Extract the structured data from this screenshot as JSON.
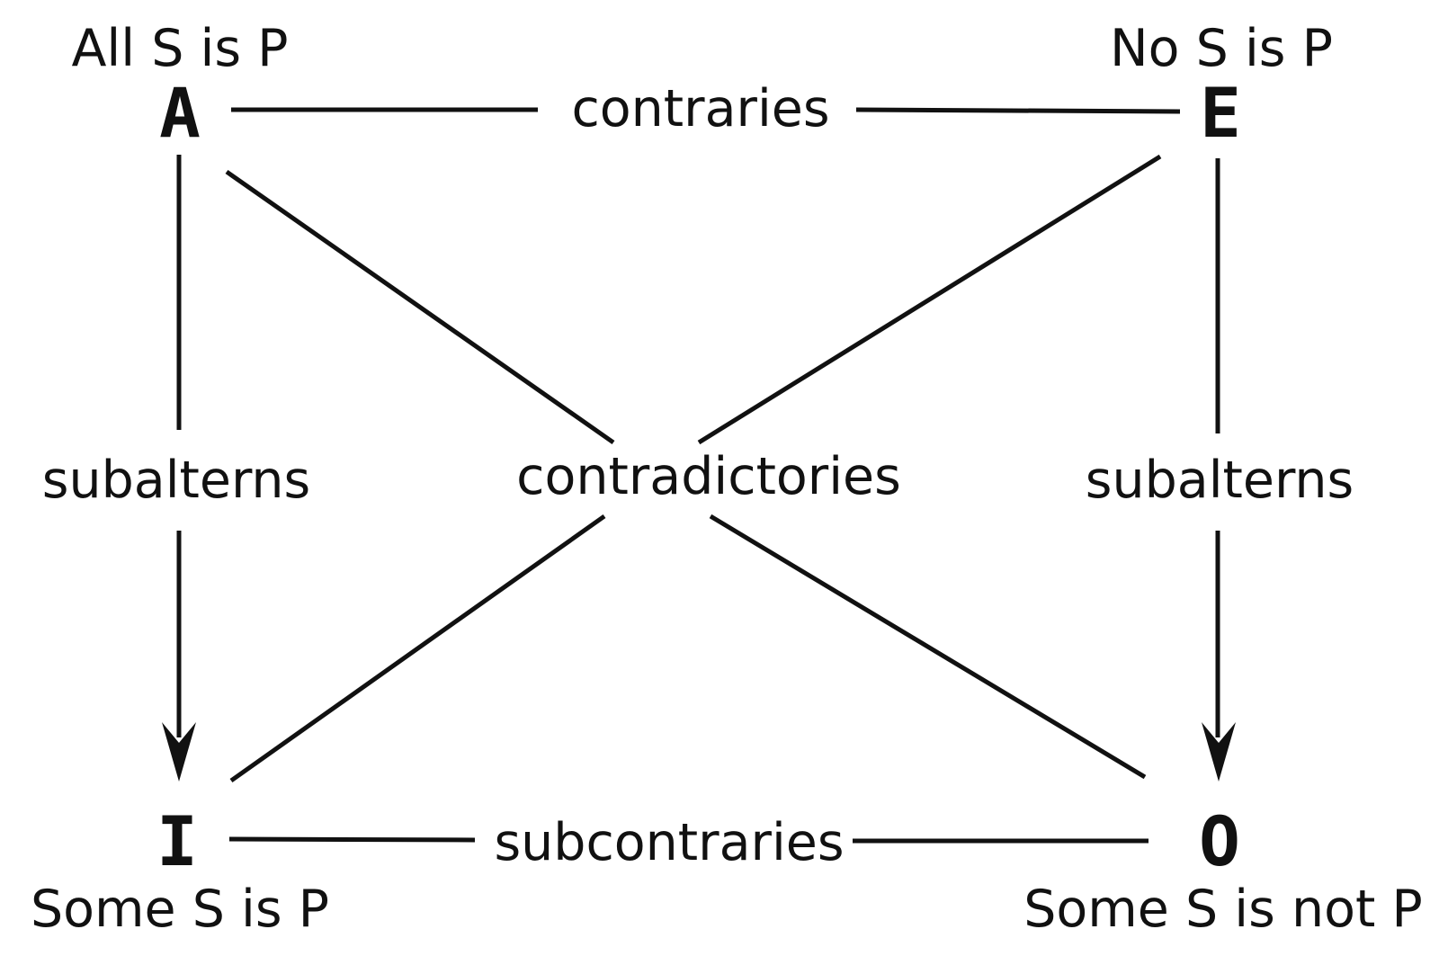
{
  "diagram": {
    "nodes": {
      "a": {
        "letter": "A",
        "proposition": "All S is P"
      },
      "e": {
        "letter": "E",
        "proposition": "No S is P"
      },
      "i": {
        "letter": "I",
        "proposition": "Some S is P"
      },
      "o": {
        "letter": "O",
        "proposition": "Some S is not P"
      }
    },
    "relations": {
      "contraries": "contraries",
      "contradictories": "contradictories",
      "subalterns_left": "subalterns",
      "subalterns_right": "subalterns",
      "subcontraries": "subcontraries"
    },
    "colors": {
      "ink": "#111111",
      "background": "#ffffff"
    }
  }
}
